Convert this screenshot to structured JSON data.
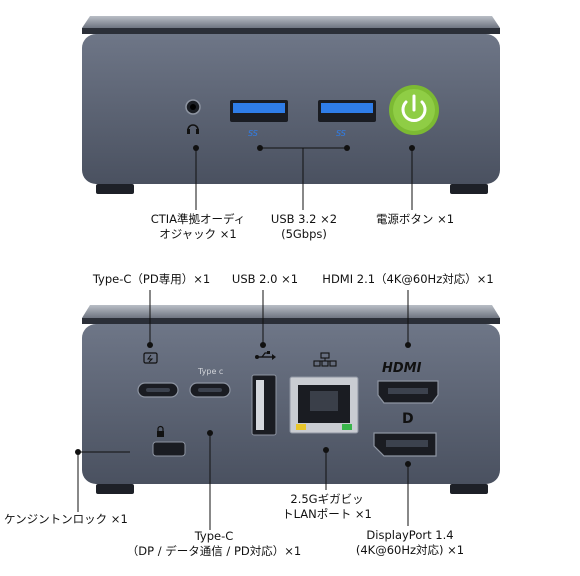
{
  "front": {
    "labels": {
      "ctia_line1": "CTIA準拠オーディ",
      "ctia_line2": "オジャック ×1",
      "usb32_line1": "USB 3.2 ×2",
      "usb32_line2": "(5Gbps)",
      "power": "電源ボタン ×1"
    },
    "usb_marks": [
      "SS",
      "SS"
    ]
  },
  "back": {
    "labels": {
      "typec_pd": "Type-C（PD専用）×1",
      "usb20": "USB 2.0 ×1",
      "hdmi": "HDMI 2.1（4K@60Hz対応）×1",
      "kensington": "ケンジントンロック ×1",
      "typec_dp_line1": "Type-C",
      "typec_dp_line2": "（DP / データ通信 / PD対応）×1",
      "lan_line1": "2.5Gギガビッ",
      "lan_line2": "トLANポート ×1",
      "dp_line1": "DisplayPort 1.4",
      "dp_line2": "(4K@60Hz対応) ×1"
    },
    "port_marks": {
      "typec_small": "Type c",
      "hdmi_logo": "HDMI",
      "dp_logo": "D"
    }
  },
  "colors": {
    "body": "#5d6576",
    "body_dark": "#3f4654",
    "top_plate": "#8d939e",
    "usb3_blue": "#2f7de8",
    "power_green": "#86c43a",
    "lan_led_yellow": "#e7c52a",
    "lan_led_green": "#39b54a"
  }
}
